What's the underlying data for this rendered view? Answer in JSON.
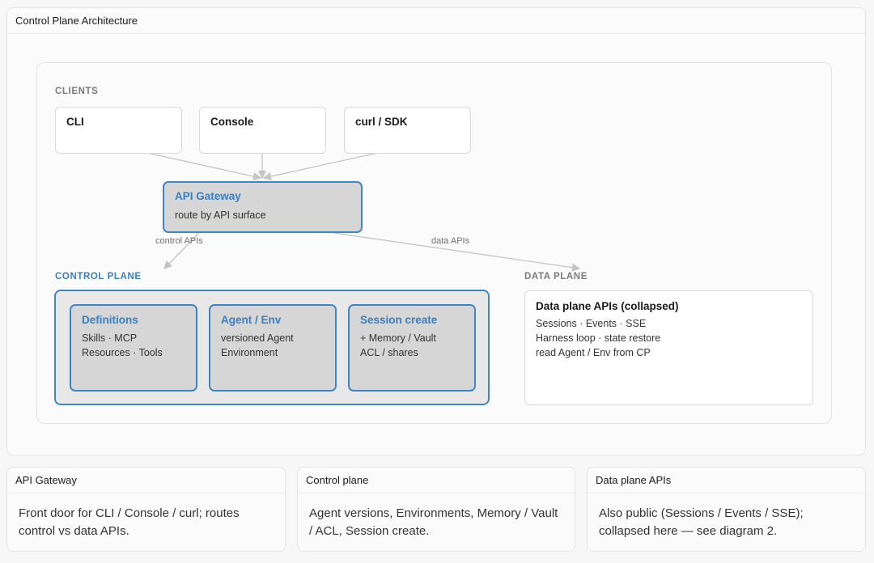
{
  "main": {
    "title": "Control Plane Architecture"
  },
  "diagram": {
    "clients": {
      "label": "CLIENTS",
      "items": [
        "CLI",
        "Console",
        "curl / SDK"
      ]
    },
    "gateway": {
      "title": "API Gateway",
      "subtitle": "route by API surface"
    },
    "edges": {
      "control": "control APIs",
      "data": "data APIs"
    },
    "control_plane": {
      "label": "CONTROL PLANE",
      "cards": [
        {
          "title": "Definitions",
          "lines": [
            "Skills · MCP",
            "Resources · Tools"
          ]
        },
        {
          "title": "Agent / Env",
          "lines": [
            "versioned Agent",
            "Environment"
          ]
        },
        {
          "title": "Session create",
          "lines": [
            "+ Memory / Vault",
            "ACL / shares"
          ]
        }
      ]
    },
    "data_plane": {
      "label": "DATA PLANE",
      "title": "Data plane APIs (collapsed)",
      "lines": [
        "Sessions · Events · SSE",
        "Harness loop · state restore",
        "read Agent / Env from CP"
      ]
    }
  },
  "info_panels": [
    {
      "title": "API Gateway",
      "body": "Front door for CLI / Console / curl; routes control vs data APIs."
    },
    {
      "title": "Control plane",
      "body": "Agent versions, Environments, Memory / Vault / ACL, Session create."
    },
    {
      "title": "Data plane APIs",
      "body": "Also public (Sessions / Events / SSE); collapsed here — see diagram 2."
    }
  ],
  "colors": {
    "accent_blue": "#3f86c6",
    "label_blue": "#3a7fc0",
    "box_fill": "#d6d6d6",
    "arrow": "#c4c4c4"
  }
}
